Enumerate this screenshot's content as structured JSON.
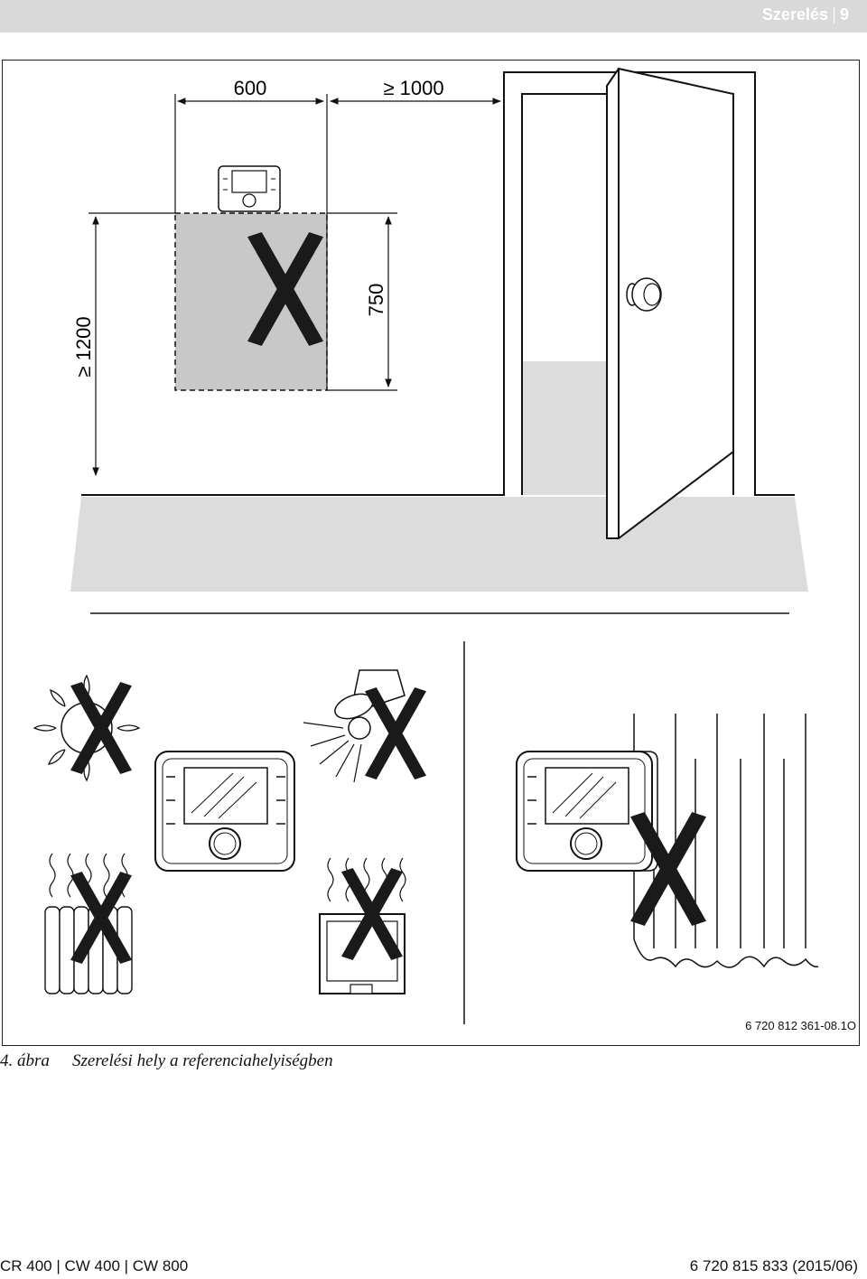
{
  "header": {
    "section": "Szerelés",
    "page_number": "9"
  },
  "figure": {
    "dim_width": "600",
    "dim_side": "≥ 1000",
    "dim_height_floor": "≥ 1200",
    "dim_height_zone": "750",
    "ref_code": "6 720 812 361-08.1O"
  },
  "caption": {
    "number": "4. ábra",
    "text": "Szerelési hely a referenciahelyiségben"
  },
  "footer": {
    "models": "CR 400 | CW 400 | CW 800",
    "doc_number": "6 720 815 833 (2015/06)"
  }
}
